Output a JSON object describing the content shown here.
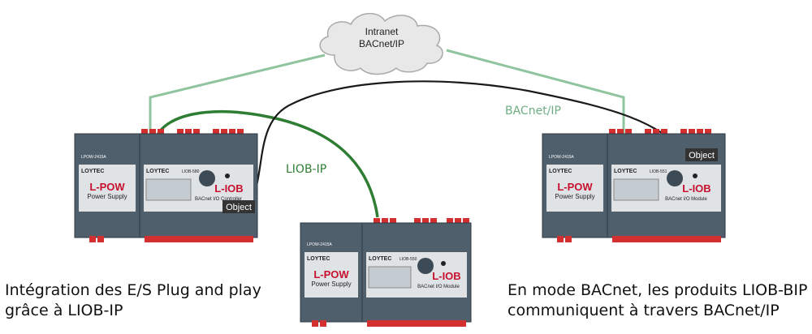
{
  "cloud": {
    "line1": "Intranet",
    "line2": "BACnet/IP"
  },
  "links": {
    "bacnet_ip": "BACnet/IP",
    "liob_ip": "LIOB-IP"
  },
  "colors": {
    "bacnet_line": "#8fc49f",
    "liob_line": "#2e7d32",
    "object_line": "#1a1a1a",
    "accent_red": "#c8102e",
    "device_body": "#4f5f6c"
  },
  "devices": [
    {
      "id": "left",
      "pow_model": "LPOW-2415A",
      "brand": "LOYTEC",
      "pow_title": "L-POW",
      "pow_sub": "Power Supply",
      "iob_model": "LIOB-580",
      "iob_title": "L-IOB",
      "iob_sub": "BACnet I/O Controller",
      "object": "Object"
    },
    {
      "id": "center",
      "pow_model": "LPOW-2415A",
      "brand": "LOYTEC",
      "pow_title": "L-POW",
      "pow_sub": "Power Supply",
      "iob_model": "LIOB-550",
      "iob_title": "L-IOB",
      "iob_sub": "BACnet I/O Module",
      "object": ""
    },
    {
      "id": "right",
      "pow_model": "LPOW-2415A",
      "brand": "LOYTEC",
      "pow_title": "L-POW",
      "pow_sub": "Power Supply",
      "iob_model": "LIOB-551",
      "iob_title": "L-IOB",
      "iob_sub": "BACnet I/O Module",
      "object": "Object"
    }
  ],
  "captions": {
    "left": [
      "Intégration des E/S Plug and play",
      "grâce à LIOB-IP"
    ],
    "right": [
      "En mode BACnet, les produits LIOB-BIP",
      "communiquent à travers BACnet/IP"
    ]
  }
}
